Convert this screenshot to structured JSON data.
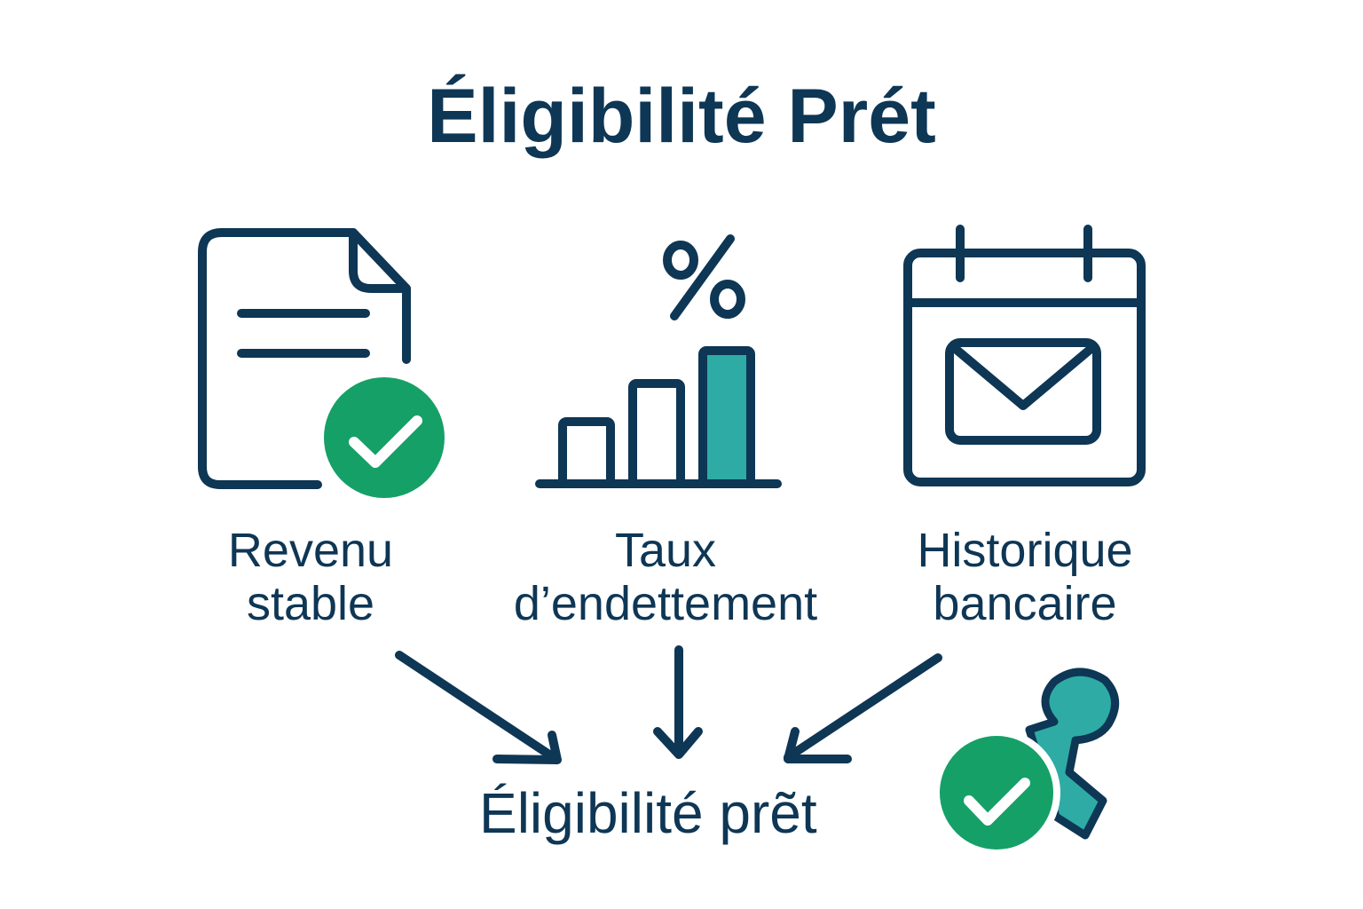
{
  "title": "Éligibilité Prét",
  "colors": {
    "navy": "#0e3655",
    "green": "#15a068",
    "teal": "#2eaba5",
    "white": "#ffffff"
  },
  "criteria": [
    {
      "icon": "document-check-icon",
      "label_line1": "Revenu",
      "label_line2": "stable"
    },
    {
      "icon": "percent-bar-chart-icon",
      "label_line1": "Taux",
      "label_line2": "d’endettement",
      "percent_symbol": "%"
    },
    {
      "icon": "calendar-mail-icon",
      "label_line1": "Historique",
      "label_line2": "bancaire"
    }
  ],
  "result": {
    "label": "Éligibilité prẽt",
    "icon": "approval-stamp-check-icon"
  }
}
